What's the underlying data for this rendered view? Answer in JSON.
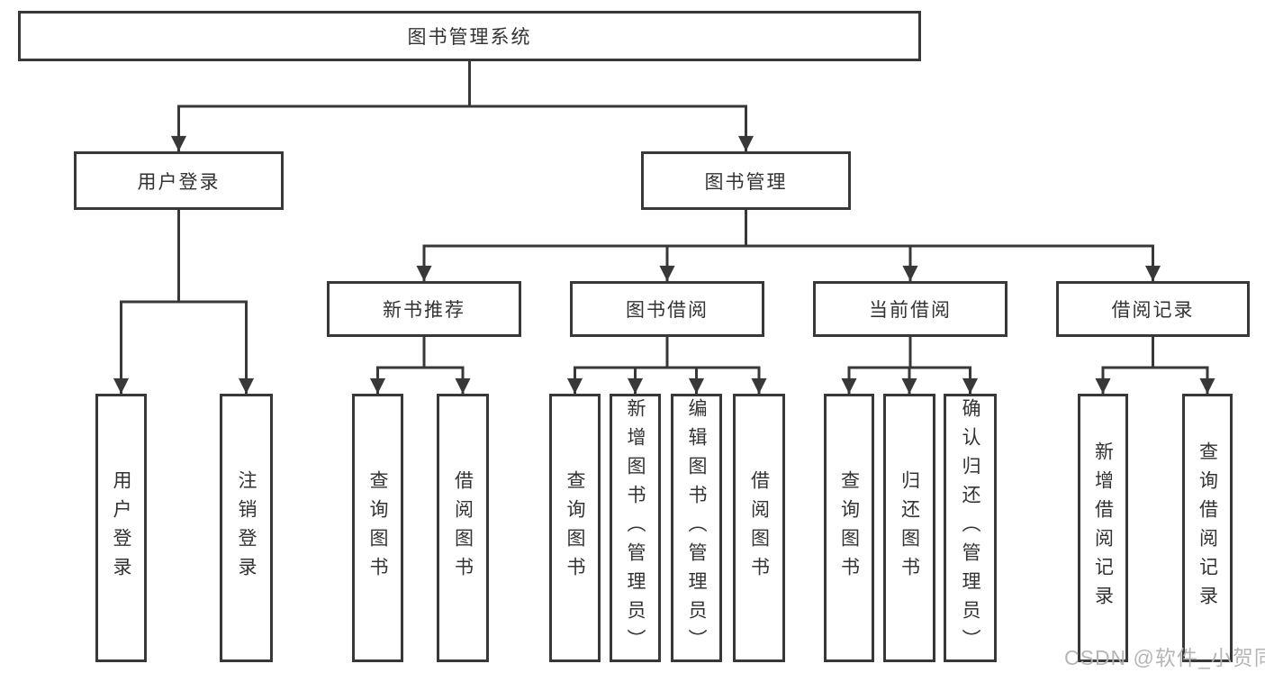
{
  "tree": {
    "root": {
      "label": "图书管理系统"
    },
    "branches": [
      {
        "label": "用户登录",
        "leaves": [
          {
            "label": "用户登录"
          },
          {
            "label": "注销登录"
          }
        ]
      },
      {
        "label": "图书管理",
        "groups": [
          {
            "label": "新书推荐",
            "leaves": [
              {
                "label": "查询图书"
              },
              {
                "label": "借阅图书"
              }
            ]
          },
          {
            "label": "图书借阅",
            "leaves": [
              {
                "label": "查询图书"
              },
              {
                "label": "新增图书（管理员）"
              },
              {
                "label": "编辑图书（管理员）"
              },
              {
                "label": "借阅图书"
              }
            ]
          },
          {
            "label": "当前借阅",
            "leaves": [
              {
                "label": "查询图书"
              },
              {
                "label": "归还图书"
              },
              {
                "label": "确认归还（管理员）"
              }
            ]
          },
          {
            "label": "借阅记录",
            "leaves": [
              {
                "label": "新增借阅记录"
              },
              {
                "label": "查询借阅记录"
              }
            ]
          }
        ]
      }
    ]
  },
  "watermark": {
    "text": "CSDN @软件_小贺同学"
  },
  "colors": {
    "line": "#383838",
    "box_border": "#383838",
    "text": "#333333",
    "watermark": "#b3b3b3",
    "background": "#ffffff"
  }
}
